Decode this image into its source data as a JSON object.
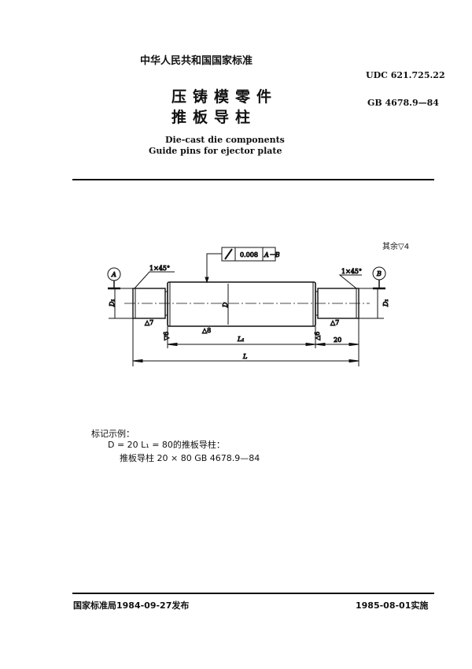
{
  "header": {
    "national_standard": "中华人民共和国国家标准",
    "udc": "UDC 621.725.22",
    "gb_number": "GB 4678.9—84"
  },
  "title": {
    "zh_line1": "压铸模零件",
    "zh_line2": "推板导柱",
    "en_line1": "Die-cast die components",
    "en_line2": "Guide pins for ejector plate"
  },
  "drawing": {
    "surface_note": "其余▽4",
    "datum_a": "A",
    "datum_b": "B",
    "chamfer_left": "1×45°",
    "chamfer_right": "1×45°",
    "tolerance_value": "0.008",
    "tolerance_datum": "A－B",
    "dim_d1_left": "D₁",
    "dim_d1_right": "D₁",
    "dim_d": "D",
    "dim_l1": "L₁",
    "dim_20": "20",
    "dim_l": "L",
    "rough_left": "△7",
    "rough_right": "△7",
    "rough_body": "△8",
    "rough_v6_left": "▽6",
    "rough_v6_right": "△6"
  },
  "example": {
    "label": "标记示例：",
    "line1": "D = 20   L₁ = 80的推板导柱：",
    "line2": "推板导柱   20 × 80   GB  4678.9—84"
  },
  "footer": {
    "issued": "国家标准局1984-09-27发布",
    "effective": "1985-08-01实施"
  }
}
